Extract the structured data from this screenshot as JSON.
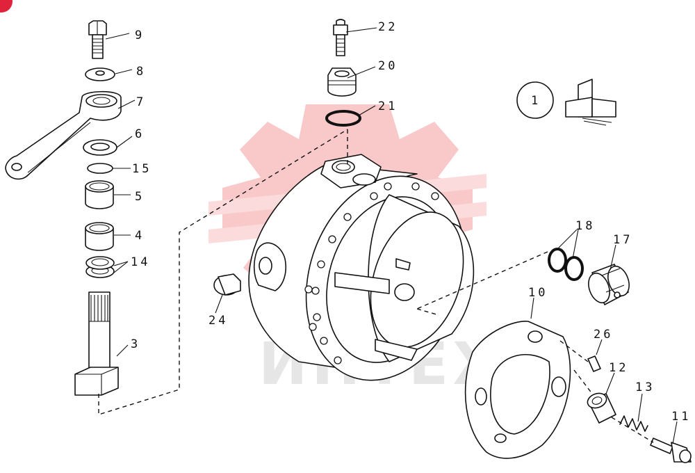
{
  "watermark": {
    "text": "ИНТЕХ",
    "color": "#f08080"
  },
  "inset": {
    "label": "1"
  },
  "callouts": {
    "p9": "9",
    "p8": "8",
    "p7": "7",
    "p6": "6",
    "p15": "15",
    "p5": "5",
    "p4": "4",
    "p14": "14",
    "p3": "3",
    "p22": "22",
    "p20": "20",
    "p21": "21",
    "p18": "18",
    "p17": "17",
    "p24": "24",
    "p10": "10",
    "p26": "26",
    "p12": "12",
    "p13": "13",
    "p11": "11"
  }
}
